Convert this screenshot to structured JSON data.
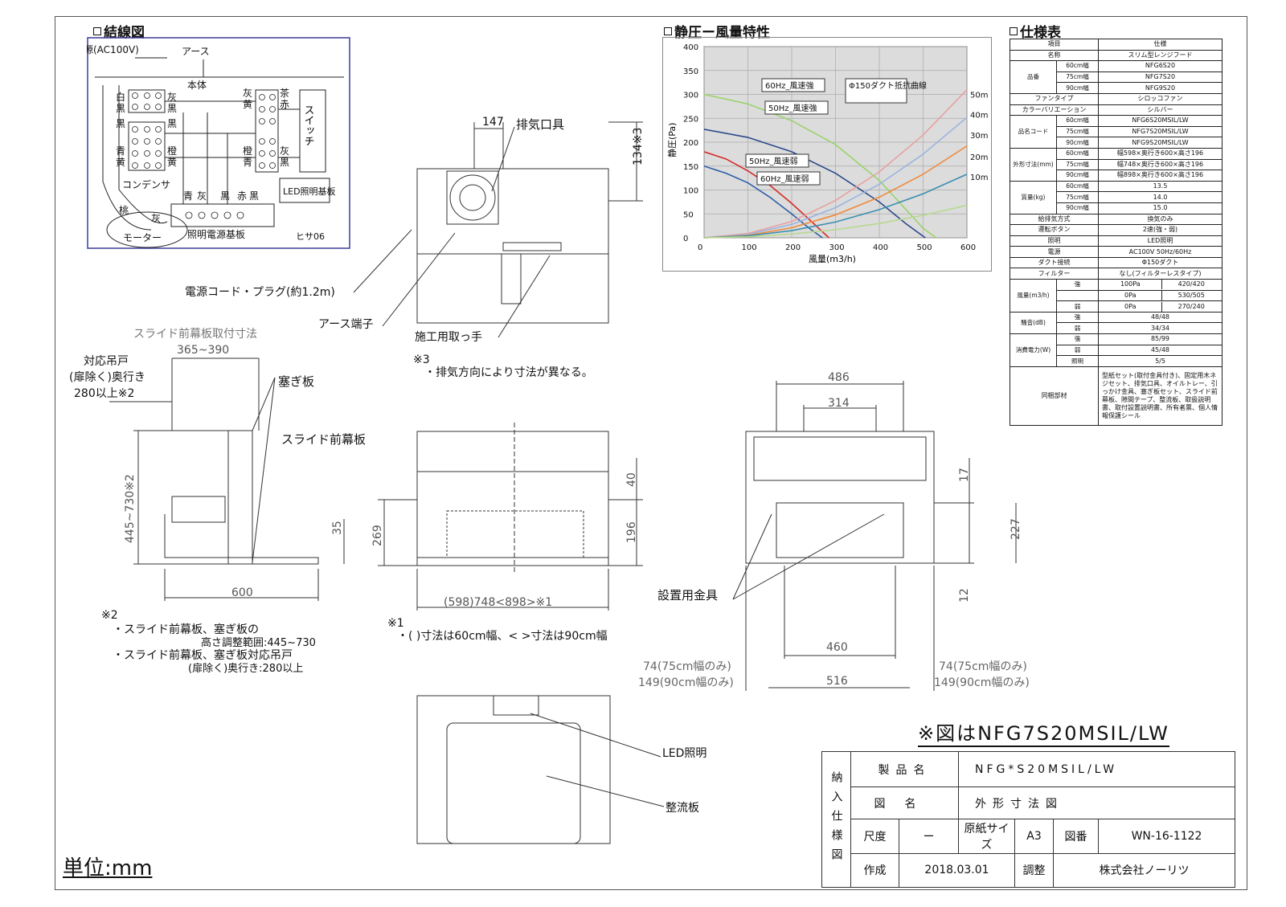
{
  "sections": {
    "wiring": "結線図",
    "pq": "静圧ー風量特性",
    "spec": "仕様表"
  },
  "wiring": {
    "power": "電源(AC100V)",
    "earth": "アース",
    "body": "本体",
    "left_top_1": "白",
    "left_top_2": "黒",
    "left_mid_1": "黒",
    "left_mid_2": "青",
    "left_mid_3": "黄",
    "gray": "灰",
    "black": "黒",
    "orange": "橙",
    "yellow": "黄",
    "right_gray": "灰",
    "right_yellow": "黄",
    "right_brown": "茶",
    "right_red": "赤",
    "right_orange": "橙",
    "right_blue": "青",
    "right_gray2": "灰",
    "right_black": "黒",
    "switch": "スイッチ",
    "capacitor": "コンデンサ",
    "led_board": "LED照明基板",
    "bottom_blue": "青",
    "bottom_gray": "灰",
    "bottom_black": "黒",
    "bottom_red": "赤",
    "bottom_black2": "黒",
    "peach": "桃",
    "gray3": "灰",
    "motor": "モーター",
    "light_board": "照明電源基板",
    "code": "ヒサ06"
  },
  "chart_data": {
    "type": "line",
    "title": "静圧ー風量特性",
    "xlabel": "風量(m3/h)",
    "ylabel": "静圧(Pa)",
    "xlim": [
      0,
      600
    ],
    "ylim": [
      0,
      400
    ],
    "xticks": [
      0,
      100,
      200,
      300,
      400,
      500,
      600
    ],
    "yticks": [
      0,
      50,
      100,
      150,
      200,
      250,
      300,
      350,
      400
    ],
    "right_axis_labels": [
      "50m",
      "40m",
      "30m",
      "20m",
      "10m"
    ],
    "grid": true,
    "series": [
      {
        "name": "60Hz_風速強",
        "color": "#9ad36a",
        "x": [
          0,
          100,
          200,
          300,
          400,
          460,
          500,
          530
        ],
        "y": [
          300,
          280,
          245,
          195,
          120,
          60,
          20,
          0
        ]
      },
      {
        "name": "50Hz_風速強",
        "color": "#2c4a8a",
        "x": [
          0,
          100,
          200,
          300,
          400,
          460,
          505
        ],
        "y": [
          227,
          210,
          180,
          135,
          75,
          30,
          0
        ]
      },
      {
        "name": "50Hz_風速弱",
        "color": "#2d5fa8",
        "x": [
          0,
          50,
          100,
          150,
          200,
          240,
          270
        ],
        "y": [
          150,
          135,
          115,
          85,
          50,
          20,
          0
        ]
      },
      {
        "name": "60Hz_風速弱",
        "color": "#d42a2a",
        "x": [
          0,
          50,
          100,
          150,
          200,
          250,
          285
        ],
        "y": [
          180,
          165,
          140,
          110,
          72,
          30,
          0
        ]
      },
      {
        "name": "50m",
        "color": "#e8a0a0",
        "x": [
          0,
          100,
          200,
          300,
          400,
          500,
          600
        ],
        "y": [
          0,
          9,
          34,
          78,
          138,
          215,
          310
        ]
      },
      {
        "name": "40m",
        "color": "#9ab4e0",
        "x": [
          0,
          100,
          200,
          300,
          400,
          500,
          600
        ],
        "y": [
          0,
          7,
          28,
          63,
          112,
          175,
          252
        ]
      },
      {
        "name": "30m",
        "color": "#f0883a",
        "x": [
          0,
          100,
          200,
          300,
          400,
          500,
          600
        ],
        "y": [
          0,
          5,
          21,
          48,
          85,
          133,
          192
        ]
      },
      {
        "name": "20m",
        "color": "#3a8fb0",
        "x": [
          0,
          100,
          200,
          300,
          400,
          500,
          600
        ],
        "y": [
          0,
          4,
          15,
          33,
          59,
          92,
          133
        ]
      },
      {
        "name": "10m",
        "color": "#b8d890",
        "x": [
          0,
          100,
          200,
          300,
          400,
          500,
          600
        ],
        "y": [
          0,
          2,
          8,
          17,
          30,
          47,
          68
        ]
      }
    ],
    "annotations": [
      "60Hz_風速強",
      "50Hz_風速強",
      "50Hz_風速弱",
      "60Hz_風速弱",
      "Φ150ダクト抵抗曲線"
    ]
  },
  "spec": {
    "header": [
      "項目",
      "仕様"
    ],
    "rows": [
      [
        "名称",
        "",
        "スリム型レンジフード"
      ],
      [
        "品番",
        "60cm幅",
        "NFG6S20"
      ],
      [
        "",
        "75cm幅",
        "NFG7S20"
      ],
      [
        "",
        "90cm幅",
        "NFG9S20"
      ],
      [
        "ファンタイプ",
        "",
        "シロッコファン"
      ],
      [
        "カラーバリエーション",
        "",
        "シルバー"
      ],
      [
        "品名コード",
        "60cm幅",
        "NFG6S20MSIL/LW"
      ],
      [
        "",
        "75cm幅",
        "NFG7S20MSIL/LW"
      ],
      [
        "",
        "90cm幅",
        "NFG9S20MSIL/LW"
      ],
      [
        "外形寸法(mm)",
        "60cm幅",
        "幅598×奥行き600×高さ196"
      ],
      [
        "",
        "75cm幅",
        "幅748×奥行き600×高さ196"
      ],
      [
        "",
        "90cm幅",
        "幅898×奥行き600×高さ196"
      ],
      [
        "質量(kg)",
        "60cm幅",
        "13.5"
      ],
      [
        "",
        "75cm幅",
        "14.0"
      ],
      [
        "",
        "90cm幅",
        "15.0"
      ],
      [
        "給排気方式",
        "",
        "換気のみ"
      ],
      [
        "運転ボタン",
        "",
        "2速(強・弱)"
      ],
      [
        "照明",
        "",
        "LED照明"
      ],
      [
        "電源",
        "",
        "AC100V 50Hz/60Hz"
      ],
      [
        "ダクト接続",
        "",
        "Φ150ダクト"
      ],
      [
        "フィルター",
        "",
        "なし(フィルターレスタイプ)"
      ]
    ],
    "airflow_label": "風量(m3/h)",
    "airflow": [
      [
        "強",
        "100Pa",
        "420/420"
      ],
      [
        "",
        "0Pa",
        "530/505"
      ],
      [
        "弱",
        "0Pa",
        "270/240"
      ]
    ],
    "noise_label": "騒音(dB)",
    "noise": [
      [
        "強",
        "48/48"
      ],
      [
        "弱",
        "34/34"
      ]
    ],
    "power_label": "消費電力(W)",
    "power": [
      [
        "強",
        "85/99"
      ],
      [
        "弱",
        "45/48"
      ],
      [
        "照明",
        "5/5"
      ]
    ],
    "accessories_label": "同梱部材",
    "accessories": "型紙セット(取付金具付き)、固定用木ネジセット、排気口具、オイルトレー、引っかけ金具、塞ぎ板セット、スライド前幕板、隙間テープ、整流板、取扱説明書、取付設置説明書、所有者票、個人情報保護シール"
  },
  "drawing": {
    "exhaust": "排気口具",
    "dim_147": "147",
    "dim_134": "134※3",
    "power_cord": "電源コード・プラグ(約1.2m)",
    "earth_terminal": "アース端子",
    "handle": "施工用取っ手",
    "note3_mark": "※3",
    "note3": "・排気方向により寸法が異なる。",
    "slide_title": "スライド前幕板取付寸法",
    "dim_365": "365~390",
    "cabinet_1": "対応吊戸",
    "cabinet_2": "(扉除く)奥行き",
    "cabinet_3": "280以上※2",
    "closing_plate": "塞ぎ板",
    "slide_plate": "スライド前幕板",
    "dim_445": "445~730※2",
    "dim_35": "35",
    "dim_600": "600",
    "note2_mark": "※2",
    "note2_a": "・スライド前幕板、塞ぎ板の",
    "note2_b": "高さ調整範囲:445~730",
    "note2_c": "・スライド前幕板、塞ぎ板対応吊戸",
    "note2_d": "(扉除く)奥行き:280以上",
    "dim_269": "269",
    "dim_40": "40",
    "dim_196": "196",
    "dim_width": "(598)748<898>※1",
    "note1_mark": "※1",
    "note1": "・(   )寸法は60cm幅、< >寸法は90cm幅",
    "dim_486": "486",
    "dim_314": "314",
    "dim_17": "17",
    "dim_227": "227",
    "dim_12": "12",
    "bracket": "設置用金具",
    "dim_460": "460",
    "dim_516": "516",
    "dim_74_l": "74(75cm幅のみ)",
    "dim_149_l": "149(90cm幅のみ)",
    "dim_74_r": "74(75cm幅のみ)",
    "dim_149_r": "149(90cm幅のみ)",
    "led": "LED照明",
    "rectifier": "整流板",
    "unit": "単位:mm",
    "figure_no": "※図はNFG7S20MSIL/LW"
  },
  "title_block": {
    "delivery": "納入仕様図",
    "product_name_label": "製品名",
    "product_name": "NFG*S20MSIL/LW",
    "drawing_name_label": "図名",
    "drawing_name": "外形寸法図",
    "scale_label": "尺度",
    "scale": "ー",
    "paper_label": "原紙サイズ",
    "paper": "A3",
    "drawing_no_label": "図番",
    "drawing_no": "WN-16-1122",
    "made_label": "作成",
    "date": "2018.03.01",
    "adjust_label": "調整",
    "company": "株式会社ノーリツ"
  }
}
